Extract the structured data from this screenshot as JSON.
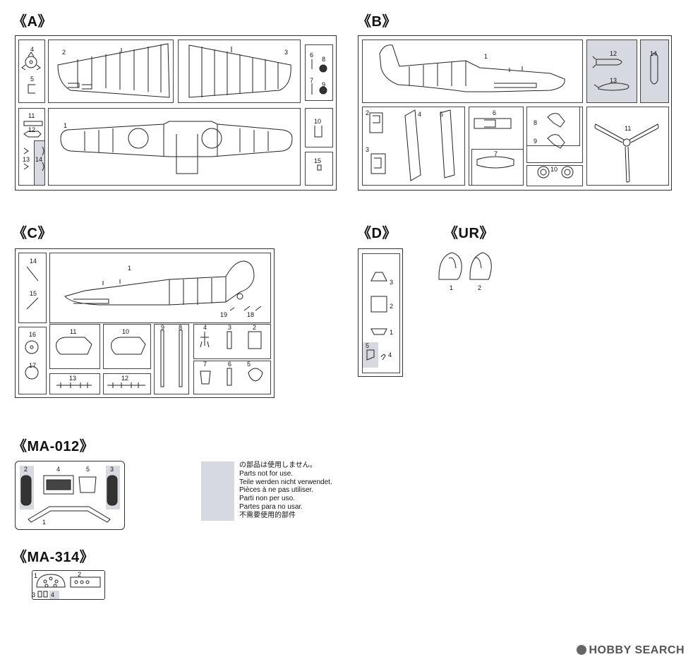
{
  "titles": {
    "a": "《A》",
    "b": "《B》",
    "c": "《C》",
    "d": "《D》",
    "ur": "《UR》",
    "ma012": "《MA-012》",
    "ma314": "《MA-314》"
  },
  "sprue_a": {
    "labels": [
      "4",
      "5",
      "2",
      "3",
      "6",
      "8",
      "7",
      "9",
      "11",
      "12",
      "1",
      "13",
      "14",
      "10",
      "15"
    ]
  },
  "sprue_b": {
    "labels": [
      "1",
      "12",
      "13",
      "14",
      "2",
      "3",
      "4",
      "5",
      "6",
      "7",
      "8",
      "9",
      "10",
      "11"
    ]
  },
  "sprue_c": {
    "labels": [
      "14",
      "15",
      "1",
      "19",
      "18",
      "16",
      "17",
      "11",
      "10",
      "9",
      "8",
      "4",
      "3",
      "2",
      "7",
      "6",
      "5",
      "13",
      "12"
    ]
  },
  "sprue_d": {
    "labels": [
      "3",
      "2",
      "1",
      "5",
      "4"
    ]
  },
  "sprue_ur": {
    "labels": [
      "1",
      "2"
    ]
  },
  "ma012": {
    "labels": [
      "2",
      "4",
      "5",
      "3",
      "1"
    ]
  },
  "ma314": {
    "labels": [
      "1",
      "2",
      "3",
      "4"
    ]
  },
  "legend": {
    "lines": [
      "の部品は使用しません。",
      "Parts not for use.",
      "Teile werden nicht verwendet.",
      "Pièces à ne pas utiliser.",
      "Parti non per uso.",
      "Partes para no usar.",
      "不需要使用的部件"
    ],
    "shade_color": "#d6d9df"
  },
  "watermark": {
    "text": "HOBBY SEARCH"
  }
}
